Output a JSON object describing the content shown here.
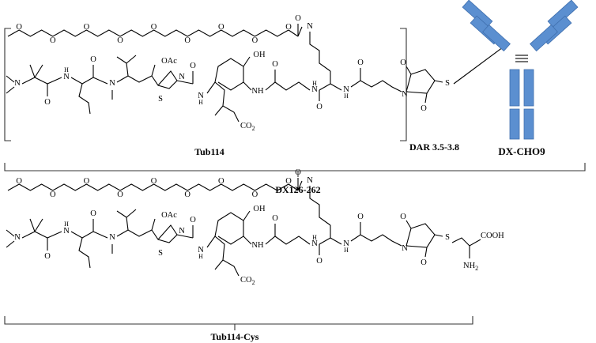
{
  "labels": {
    "conjugate_payload": "Tub114",
    "conjugate_name": "DX126-262",
    "dar": "DAR  3.5-3.8",
    "antibody": "DX-CHO9",
    "small_molecule": "Tub114-Cys"
  },
  "atoms": {
    "O": "O",
    "N": "N",
    "S": "S",
    "OH": "OH",
    "OAc": "OAc",
    "CO2H": "CO",
    "sub2": "2",
    "H": "H",
    "COOH": "COOH",
    "NH2": "NH",
    "NH": "NH"
  },
  "colors": {
    "antibody": "#5b8fd0",
    "antibody_stroke": "#3f6fae"
  }
}
